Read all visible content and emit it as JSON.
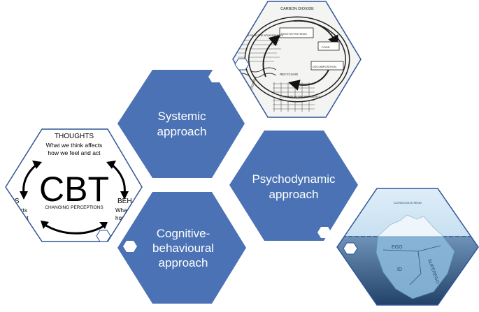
{
  "colors": {
    "hex_fill": "#4a72b4",
    "hex_text": "#ffffff",
    "image_border": "#2f5597",
    "marker": "#ffffff"
  },
  "hexagons": {
    "systemic": {
      "line1": "Systemic",
      "line2": "approach"
    },
    "psychodynamic": {
      "line1": "Psychodynamic",
      "line2": "approach"
    },
    "cognitive": {
      "line1": "Cognitive-",
      "line2": "behavioural",
      "line3": "approach"
    }
  },
  "cbt_image": {
    "heading": "THOUGHTS",
    "sub1": "What we think affects",
    "sub2": "how we feel and act",
    "big": "CBT",
    "caption": "CHANGING PERCEPTIONS",
    "left_frag1": "IS",
    "left_frag2": "fects",
    "left_frag3": "act",
    "right_frag1": "BEH",
    "right_frag2": "Wha",
    "right_frag3": "how"
  },
  "cycle_image": {
    "title": "CARBON DIOXIDE",
    "labels": {
      "storage_atm": "STORAGE IN THE ATMOSPHERE",
      "photosynthesis": "PHOTOSYNTHESIS",
      "food_chain": "FOOD",
      "decomposition": "DECOMPOSITION",
      "recycling": "RECYCLING",
      "storage_sed": "STORAGE IN THE SEDIMENTS",
      "erosion": "EROSION"
    }
  },
  "iceberg_image": {
    "top_label": "CONSCIOUS MIND",
    "ego": "EGO",
    "superego": "SUPEREGO",
    "id": "ID"
  }
}
